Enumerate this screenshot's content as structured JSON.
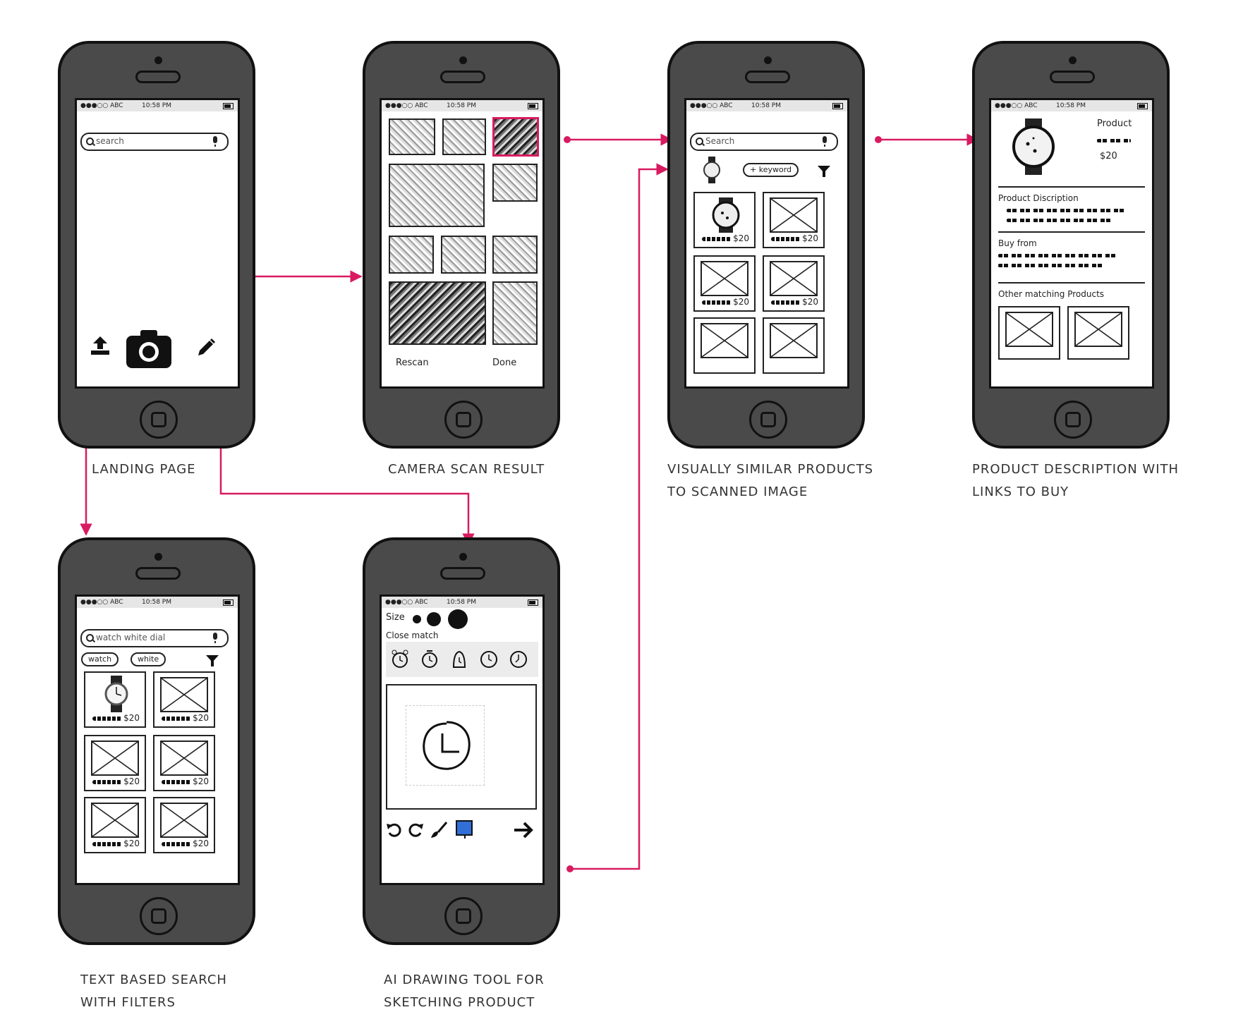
{
  "status": {
    "carrier": "●●●○○ ABC",
    "time": "10:58 PM"
  },
  "screens": {
    "landing": {
      "label_lines": [
        "LANDING PAGE"
      ],
      "search_placeholder": "search"
    },
    "camera": {
      "label_lines": [
        "CAMERA SCAN RESULT"
      ],
      "rescan": "Rescan",
      "done": "Done"
    },
    "similar": {
      "label_lines": [
        "VISUALLY SIMILAR PRODUCTS",
        "TO SCANNED IMAGE"
      ],
      "search_placeholder": "Search",
      "keyword_chip": "+ keyword",
      "price": "$20"
    },
    "product": {
      "label_lines": [
        "PRODUCT DESCRIPTION WITH",
        "LINKS TO BUY"
      ],
      "title": "Product",
      "price": "$20",
      "desc_heading": "Product Discription",
      "buy_heading": "Buy from",
      "other_heading": "Other matching Products"
    },
    "text_search": {
      "label_lines": [
        "TEXT BASED SEARCH",
        "WITH FILTERS"
      ],
      "query": "watch white dial",
      "chips": [
        "watch",
        "white"
      ],
      "price": "$20"
    },
    "drawing": {
      "label_lines": [
        "AI DRAWING TOOL FOR",
        "SKETCHING PRODUCT"
      ],
      "size_label": "Size",
      "close_match": "Close match"
    }
  },
  "colors": {
    "connector": "#d81b60",
    "phone_body": "#4a4a4a",
    "fill_tool": "#2f6fd6"
  },
  "icons": [
    "upload-icon",
    "camera-icon",
    "pencil-icon",
    "search-icon",
    "microphone-icon",
    "filter-icon",
    "undo-icon",
    "redo-icon",
    "brush-icon",
    "fill-icon",
    "arrow-right-icon",
    "alarm-clock-icon",
    "clock-icon"
  ]
}
